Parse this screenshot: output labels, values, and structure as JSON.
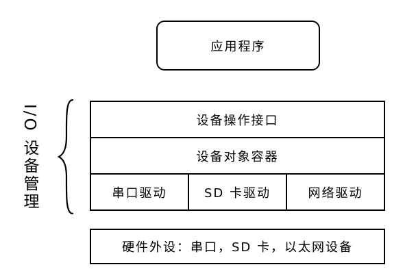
{
  "diagram": {
    "title_hint": "RT-Thread style I/O device management layer diagram",
    "colors": {
      "background": "#ffffff",
      "line": "#000000",
      "text": "#000000"
    },
    "top_box": {
      "label": "应用程序"
    },
    "side_label": {
      "text": "I/O 设备管理"
    },
    "brace_icon": "left-curly-brace",
    "stack": {
      "rows": [
        {
          "label": "设备操作接口"
        },
        {
          "label": "设备对象容器"
        }
      ],
      "drivers": [
        {
          "label": "串口驱动"
        },
        {
          "label": "SD 卡驱动"
        },
        {
          "label": "网络驱动"
        }
      ]
    },
    "bottom_box": {
      "label": "硬件外设：串口，SD 卡，以太网设备"
    }
  }
}
